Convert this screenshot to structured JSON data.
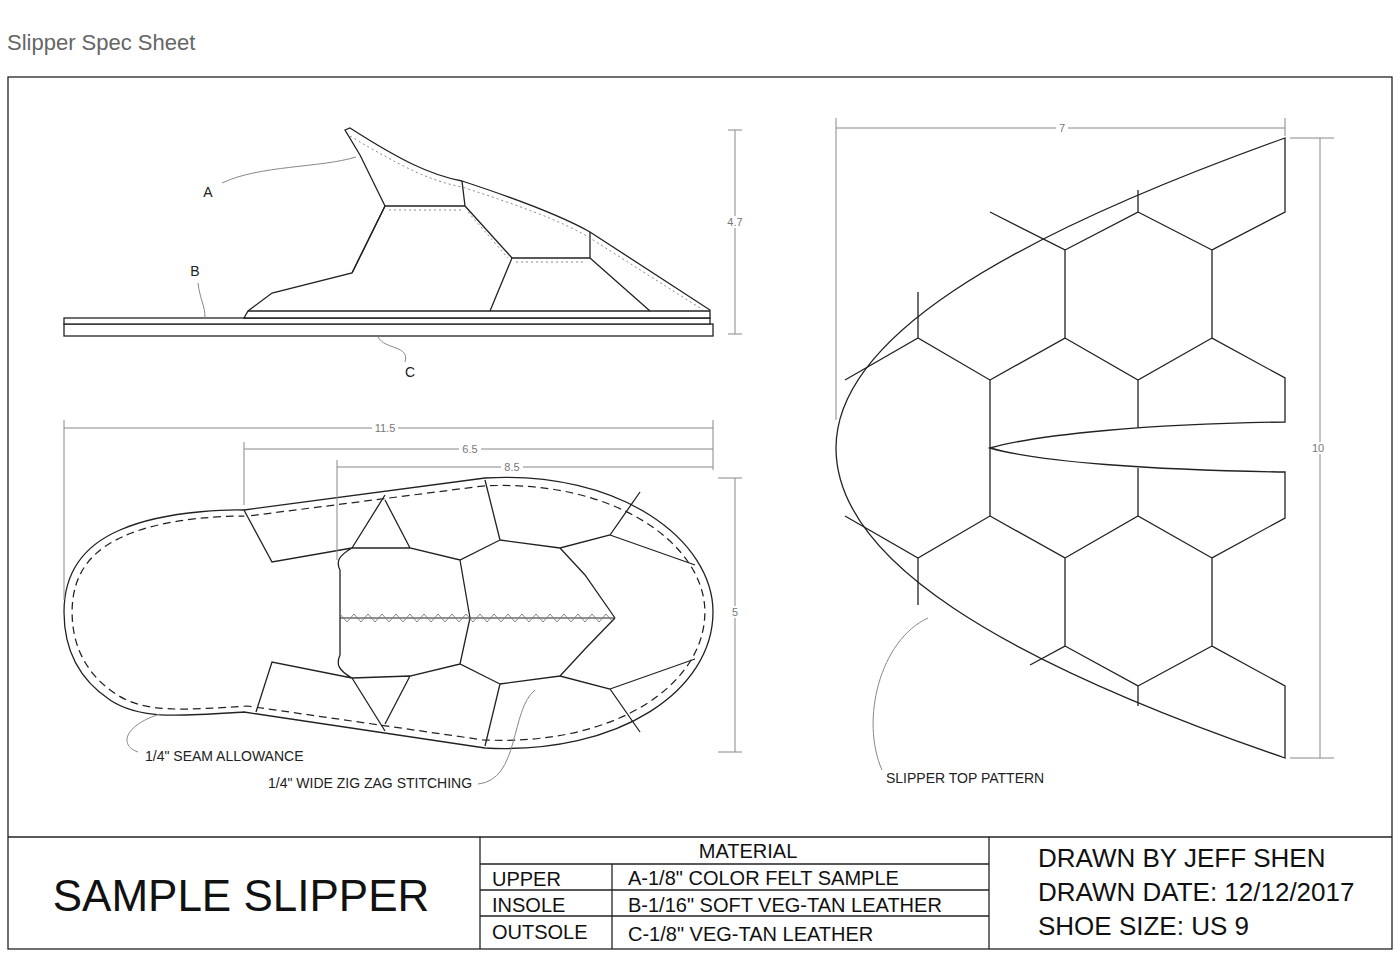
{
  "diagram": {
    "title": "Slipper Spec Sheet",
    "labels": [
      "A",
      "B",
      "C",
      "4.7",
      "11.5",
      "6.5",
      "8.5",
      "5",
      "7",
      "10",
      "1/4\" SEAM ALLOWANCE",
      "1/4\" WIDE ZIG ZAG STITCHING",
      "SLIPPER TOP PATTERN",
      "SAMPLE SLIPPER",
      "MATERIAL",
      "UPPER",
      "A-1/8\" COLOR FELT SAMPLE",
      "INSOLE",
      "B-1/16\" SOFT VEG-TAN LEATHER",
      "OUTSOLE",
      "C-1/8\" VEG-TAN LEATHER",
      "DRAWN BY JEFF SHEN",
      "DRAWN DATE: 12/12/2017",
      "SHOE SIZE: US 9"
    ]
  }
}
